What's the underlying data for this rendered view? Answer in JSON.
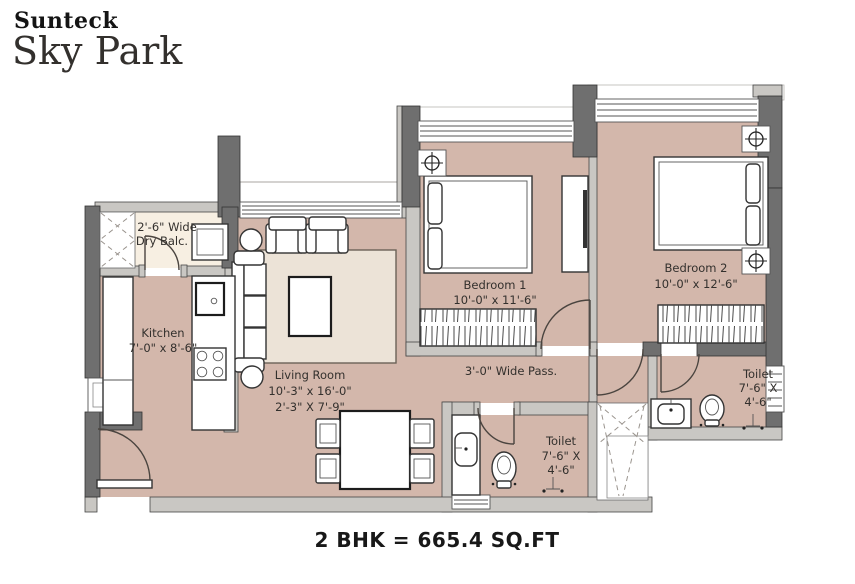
{
  "logo": {
    "brand": "Sunteck",
    "project": "Sky Park"
  },
  "plan": {
    "title": "2 BHK = 665.4 SQ.FT",
    "labels": {
      "dry_balc_l1": "2'-6\" Wide",
      "dry_balc_l2": "Dry Balc.",
      "kitchen_name": "Kitchen",
      "kitchen_dims": "7'-0\" x 8'-6\"",
      "living_name": "Living Room",
      "living_dims1": "10'-3\" x 16'-0\"",
      "living_dims2": "2'-3\" X 7'-9\"",
      "passage": "3'-0\" Wide Pass.",
      "bedroom1_name": "Bedroom 1",
      "bedroom1_dims": "10'-0\" x 11'-6\"",
      "bedroom2_name": "Bedroom 2",
      "bedroom2_dims": "10'-0\" x 12'-6\"",
      "toilet1_name": "Toilet",
      "toilet1_dims1": "7'-6\" X",
      "toilet1_dims2": "4'-6\"",
      "toilet2_name": "Toilet",
      "toilet2_dims1": "7'-6\" X",
      "toilet2_dims2": "4'-6\""
    },
    "colors": {
      "floor": "#d3b7ab",
      "rug": "#ece3d7",
      "dry_balcony_floor": "#f7efe2",
      "wall_dark": "#6f6f6f",
      "wall_light": "#c9c7c3",
      "logo_gold_light": "#ecd49a",
      "logo_gold_dark": "#6e4e20"
    }
  }
}
